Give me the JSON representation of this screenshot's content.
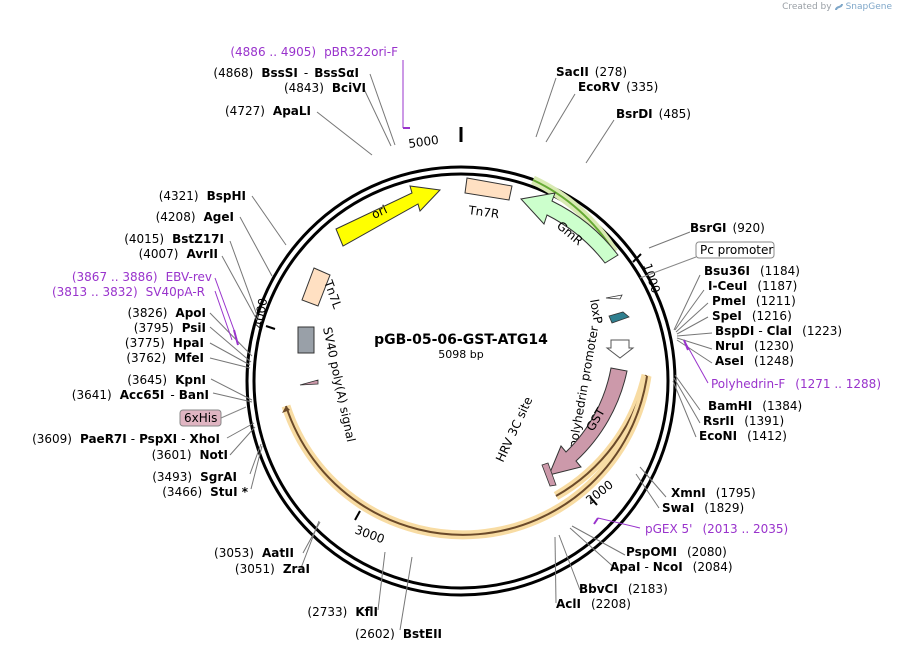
{
  "credit": {
    "prefix": "Created by",
    "brand": "SnapGene"
  },
  "plasmid": {
    "name": "pGB-05-06-GST-ATG14",
    "length": "5098 bp"
  },
  "ruler": [
    {
      "id": "r1000",
      "text": "1000"
    },
    {
      "id": "r2000",
      "text": "2000"
    },
    {
      "id": "r3000",
      "text": "3000"
    },
    {
      "id": "r4000",
      "text": "4000"
    },
    {
      "id": "r5000",
      "text": "5000"
    }
  ],
  "sites": [
    {
      "id": "sacii",
      "name": "SacII",
      "pos": "(278)"
    },
    {
      "id": "ecorv",
      "name": "EcoRV",
      "pos": "(335)"
    },
    {
      "id": "bsrdi",
      "name": "BsrDI",
      "pos": "(485)"
    },
    {
      "id": "bsrgi",
      "name": "BsrGI",
      "pos": "(920)"
    },
    {
      "id": "bsu36i",
      "name": "Bsu36I",
      "pos": "(1184)"
    },
    {
      "id": "iceui",
      "name": "I-CeuI",
      "pos": "(1187)"
    },
    {
      "id": "pmei",
      "name": "PmeI",
      "pos": "(1211)"
    },
    {
      "id": "spei",
      "name": "SpeI",
      "pos": "(1216)"
    },
    {
      "id": "bspdi",
      "name": "BspDI",
      "name2": "ClaI",
      "pos": "(1223)"
    },
    {
      "id": "nrui",
      "name": "NruI",
      "pos": "(1230)"
    },
    {
      "id": "asei",
      "name": "AseI",
      "pos": "(1248)"
    },
    {
      "id": "bamhi",
      "name": "BamHI",
      "pos": "(1384)"
    },
    {
      "id": "rsrii",
      "name": "RsrII",
      "pos": "(1391)"
    },
    {
      "id": "econi",
      "name": "EcoNI",
      "pos": "(1412)"
    },
    {
      "id": "xmni",
      "name": "XmnI",
      "pos": "(1795)"
    },
    {
      "id": "swai",
      "name": "SwaI",
      "pos": "(1829)"
    },
    {
      "id": "psPomi",
      "name": "PspOMI",
      "pos": "(2080)"
    },
    {
      "id": "apai",
      "name": "ApaI",
      "name2": "NcoI",
      "pos": "(2084)"
    },
    {
      "id": "bbvci",
      "name": "BbvCI",
      "pos": "(2183)"
    },
    {
      "id": "acli",
      "name": "AclI",
      "pos": "(2208)"
    },
    {
      "id": "bsteii",
      "name": "BstEII",
      "pos": "(2602)"
    },
    {
      "id": "kfli",
      "name": "KflI",
      "pos": "(2733)"
    },
    {
      "id": "zrai",
      "name": "ZraI",
      "pos": "(3051)"
    },
    {
      "id": "aatii",
      "name": "AatII",
      "pos": "(3053)"
    },
    {
      "id": "stui",
      "name": "StuI *",
      "pos": "(3466)"
    },
    {
      "id": "sgrai",
      "name": "SgrAI",
      "pos": "(3493)"
    },
    {
      "id": "noti",
      "name": "NotI",
      "pos": "(3601)"
    },
    {
      "id": "pae",
      "name": "PaeR7I",
      "name2": "PspXI",
      "name3": "XhoI",
      "pos": "(3609)"
    },
    {
      "id": "acc65i",
      "name": "Acc65I",
      "name2": "BanI",
      "pos": "(3641)"
    },
    {
      "id": "kpni",
      "name": "KpnI",
      "pos": "(3645)"
    },
    {
      "id": "mfei",
      "name": "MfeI",
      "pos": "(3762)"
    },
    {
      "id": "hpai",
      "name": "HpaI",
      "pos": "(3775)"
    },
    {
      "id": "psii",
      "name": "PsiI",
      "pos": "(3795)"
    },
    {
      "id": "apoi",
      "name": "ApoI",
      "pos": "(3826)"
    },
    {
      "id": "avrii",
      "name": "AvrII",
      "pos": "(4007)"
    },
    {
      "id": "bstz17i",
      "name": "BstZ17I",
      "pos": "(4015)"
    },
    {
      "id": "agei",
      "name": "AgeI",
      "pos": "(4208)"
    },
    {
      "id": "bsphi",
      "name": "BspHI",
      "pos": "(4321)"
    },
    {
      "id": "apali",
      "name": "ApaLI",
      "pos": "(4727)"
    },
    {
      "id": "bcivi",
      "name": "BciVI",
      "pos": "(4843)"
    },
    {
      "id": "bsssi",
      "name": "BssSI",
      "name2": "BssSαI",
      "pos": "(4868)"
    }
  ],
  "primers": [
    {
      "id": "pbr322",
      "range": "(4886 .. 4905)",
      "name": "pBR322ori-F"
    },
    {
      "id": "ebv",
      "range": "(3867 .. 3886)",
      "name": "EBV-rev"
    },
    {
      "id": "sv40pa",
      "range": "(3813 .. 3832)",
      "name": "SV40pA-R"
    },
    {
      "id": "polyhedrinf",
      "name": "Polyhedrin-F",
      "range": "(1271 .. 1288)"
    },
    {
      "id": "pgex5",
      "name": "pGEX 5'",
      "range": "(2013 .. 2035)"
    }
  ],
  "features": {
    "ori": "ori",
    "tn7r": "Tn7R",
    "gmr": "GmR",
    "tn7l": "Tn7L",
    "loxp": "loxP",
    "polyhedrin_promoter": "polyhedrin promoter",
    "gst": "GST",
    "hrv": "HRV 3C site",
    "sv40": "SV40 poly(A) signal",
    "pc_promoter": "Pc promoter",
    "his6": "6xHis"
  },
  "colors": {
    "ori": "#ffff00",
    "tn7": "#ffe0c2",
    "gmr": "#ccffcc",
    "gmr_highlight": "#66aa33",
    "gst": "#cc99aa",
    "gst_highlight": "#f5c87a",
    "sv40": "#99a0a8",
    "primer": "#9933cc",
    "loxp": "#2f7f8f",
    "his6": "#e0b5c2"
  }
}
